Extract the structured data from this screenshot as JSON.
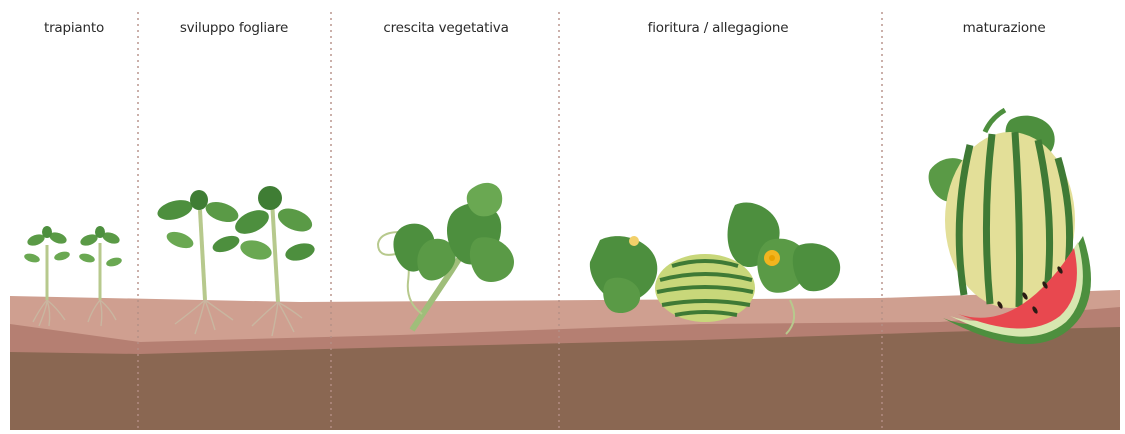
{
  "stages": [
    {
      "label": "trapianto"
    },
    {
      "label": "sviluppo fogliare"
    },
    {
      "label": "crescita vegetativa"
    },
    {
      "label": "fioritura / allegagione"
    },
    {
      "label": "maturazione"
    }
  ],
  "colors": {
    "soil_top": "#cf9f90",
    "soil_mid": "#b57f72",
    "soil_deep": "#8a6752",
    "leaf": "#4d8f3e",
    "leaf_light": "#7cb25c",
    "stem": "#b7c98d",
    "root": "#c9b6a0",
    "divider": "#b58f86",
    "melon_light": "#c8d77a",
    "melon_stripe": "#3f7a35",
    "flesh": "#e8484f",
    "flower": "#f2b51f"
  }
}
